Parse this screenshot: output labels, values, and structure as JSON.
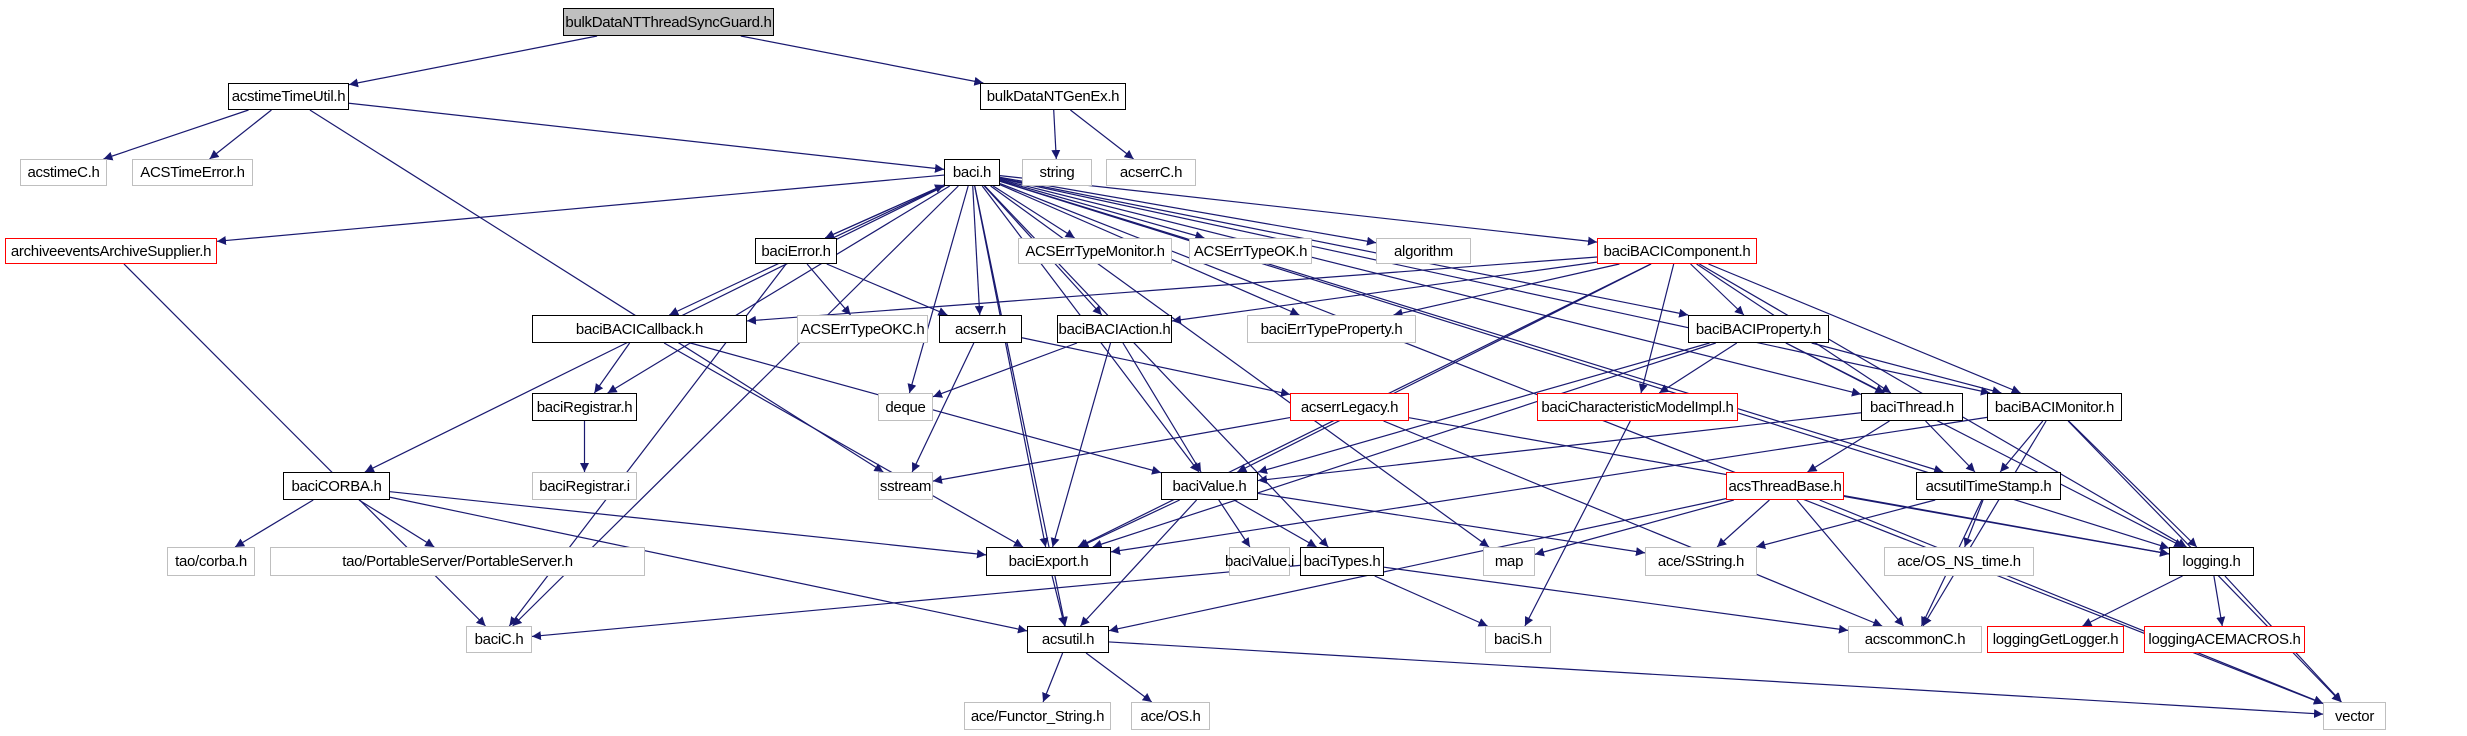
{
  "title": "bulkDataNTThreadSyncGuard.h include dependency graph",
  "colors": {
    "edge": "#191970",
    "local_border": "#000000",
    "system_border": "#bfbfbf",
    "incomplete_border": "#ff0000",
    "root_fill": "#bfbfbf"
  },
  "nodes": [
    {
      "id": "root",
      "label": "bulkDataNTThreadSyncGuard.h",
      "kind": "root"
    },
    {
      "id": "acstimeTimeUtil",
      "label": "acstimeTimeUtil.h",
      "kind": "local"
    },
    {
      "id": "bulkDataNTGenEx",
      "label": "bulkDataNTGenEx.h",
      "kind": "local"
    },
    {
      "id": "acstimeC",
      "label": "acstimeC.h",
      "kind": "system"
    },
    {
      "id": "ACSTimeError",
      "label": "ACSTimeError.h",
      "kind": "system"
    },
    {
      "id": "string",
      "label": "string",
      "kind": "system"
    },
    {
      "id": "acserrC",
      "label": "acserrC.h",
      "kind": "system"
    },
    {
      "id": "baci",
      "label": "baci.h",
      "kind": "local"
    },
    {
      "id": "archiveevents",
      "label": "archiveeventsArchiveSupplier.h",
      "kind": "incomplete"
    },
    {
      "id": "baciError",
      "label": "baciError.h",
      "kind": "local"
    },
    {
      "id": "ACSErrTypeMonitor",
      "label": "ACSErrTypeMonitor.h",
      "kind": "system"
    },
    {
      "id": "ACSErrTypeOK",
      "label": "ACSErrTypeOK.h",
      "kind": "system"
    },
    {
      "id": "algorithm",
      "label": "algorithm",
      "kind": "system"
    },
    {
      "id": "baciBACIComponent",
      "label": "baciBACIComponent.h",
      "kind": "incomplete"
    },
    {
      "id": "baciBACICallback",
      "label": "baciBACICallback.h",
      "kind": "local"
    },
    {
      "id": "ACSErrTypeOKC",
      "label": "ACSErrTypeOKC.h",
      "kind": "system"
    },
    {
      "id": "acserr",
      "label": "acserr.h",
      "kind": "local"
    },
    {
      "id": "baciBACIAction",
      "label": "baciBACIAction.h",
      "kind": "local"
    },
    {
      "id": "baciErrTypeProperty",
      "label": "baciErrTypeProperty.h",
      "kind": "system"
    },
    {
      "id": "baciBACIProperty",
      "label": "baciBACIProperty.h",
      "kind": "local"
    },
    {
      "id": "baciRegistrar",
      "label": "baciRegistrar.h",
      "kind": "local"
    },
    {
      "id": "deque",
      "label": "deque",
      "kind": "system"
    },
    {
      "id": "acserrLegacy",
      "label": "acserrLegacy.h",
      "kind": "incomplete"
    },
    {
      "id": "baciCharacteristicModelImpl",
      "label": "baciCharacteristicModelImpl.h",
      "kind": "incomplete"
    },
    {
      "id": "baciThread",
      "label": "baciThread.h",
      "kind": "local"
    },
    {
      "id": "baciBACIMonitor",
      "label": "baciBACIMonitor.h",
      "kind": "local"
    },
    {
      "id": "baciRegistrarI",
      "label": "baciRegistrar.i",
      "kind": "system"
    },
    {
      "id": "sstream",
      "label": "sstream",
      "kind": "system"
    },
    {
      "id": "baciValue",
      "label": "baciValue.h",
      "kind": "local"
    },
    {
      "id": "acsThreadBase",
      "label": "acsThreadBase.h",
      "kind": "incomplete"
    },
    {
      "id": "acsutilTimeStamp",
      "label": "acsutilTimeStamp.h",
      "kind": "local"
    },
    {
      "id": "baciCORBA",
      "label": "baciCORBA.h",
      "kind": "local"
    },
    {
      "id": "taoCorba",
      "label": "tao/corba.h",
      "kind": "system"
    },
    {
      "id": "taoPortableServer",
      "label": "tao/PortableServer/PortableServer.h",
      "kind": "system"
    },
    {
      "id": "baciExport",
      "label": "baciExport.h",
      "kind": "local"
    },
    {
      "id": "baciValueI",
      "label": "baciValue.i",
      "kind": "system"
    },
    {
      "id": "baciTypes",
      "label": "baciTypes.h",
      "kind": "local"
    },
    {
      "id": "map",
      "label": "map",
      "kind": "system"
    },
    {
      "id": "aceSString",
      "label": "ace/SString.h",
      "kind": "system"
    },
    {
      "id": "aceOSNStime",
      "label": "ace/OS_NS_time.h",
      "kind": "system"
    },
    {
      "id": "logging",
      "label": "logging.h",
      "kind": "local"
    },
    {
      "id": "baciC",
      "label": "baciC.h",
      "kind": "system"
    },
    {
      "id": "acsutil",
      "label": "acsutil.h",
      "kind": "local"
    },
    {
      "id": "baciS",
      "label": "baciS.h",
      "kind": "system"
    },
    {
      "id": "acscommonC",
      "label": "acscommonC.h",
      "kind": "system"
    },
    {
      "id": "loggingGetLogger",
      "label": "loggingGetLogger.h",
      "kind": "incomplete"
    },
    {
      "id": "loggingACEMACROS",
      "label": "loggingACEMACROS.h",
      "kind": "incomplete"
    },
    {
      "id": "aceFunctorString",
      "label": "ace/Functor_String.h",
      "kind": "system"
    },
    {
      "id": "aceOS",
      "label": "ace/OS.h",
      "kind": "system"
    },
    {
      "id": "vector",
      "label": "vector",
      "kind": "system"
    }
  ],
  "edges": [
    [
      "root",
      "acstimeTimeUtil"
    ],
    [
      "root",
      "bulkDataNTGenEx"
    ],
    [
      "acstimeTimeUtil",
      "acstimeC"
    ],
    [
      "acstimeTimeUtil",
      "ACSTimeError"
    ],
    [
      "acstimeTimeUtil",
      "baci"
    ],
    [
      "acstimeTimeUtil",
      "sstream"
    ],
    [
      "bulkDataNTGenEx",
      "string"
    ],
    [
      "bulkDataNTGenEx",
      "acserrC"
    ],
    [
      "baci",
      "archiveevents"
    ],
    [
      "baci",
      "baciError"
    ],
    [
      "baci",
      "ACSErrTypeMonitor"
    ],
    [
      "baci",
      "ACSErrTypeOK"
    ],
    [
      "baci",
      "algorithm"
    ],
    [
      "baci",
      "baciBACIComponent"
    ],
    [
      "baci",
      "baciBACICallback"
    ],
    [
      "baci",
      "acserr"
    ],
    [
      "baci",
      "baciBACIAction"
    ],
    [
      "baci",
      "baciErrTypeProperty"
    ],
    [
      "baci",
      "baciBACIProperty"
    ],
    [
      "baci",
      "baciRegistrar"
    ],
    [
      "baci",
      "deque"
    ],
    [
      "baci",
      "baciThread"
    ],
    [
      "baci",
      "baciBACIMonitor"
    ],
    [
      "baci",
      "baciValue"
    ],
    [
      "baci",
      "acsutilTimeStamp"
    ],
    [
      "baci",
      "baciCORBA"
    ],
    [
      "baci",
      "baciExport"
    ],
    [
      "baci",
      "map"
    ],
    [
      "baci",
      "logging"
    ],
    [
      "baci",
      "baciC"
    ],
    [
      "baci",
      "acsutil"
    ],
    [
      "baci",
      "vector"
    ],
    [
      "baci",
      "baciTypes"
    ],
    [
      "archiveevents",
      "baciC"
    ],
    [
      "baciError",
      "baci"
    ],
    [
      "baciError",
      "ACSErrTypeOKC"
    ],
    [
      "baciError",
      "acserr"
    ],
    [
      "baciError",
      "baciC"
    ],
    [
      "baciBACIComponent",
      "baciBACICallback"
    ],
    [
      "baciBACIComponent",
      "baciBACIAction"
    ],
    [
      "baciBACIComponent",
      "baciErrTypeProperty"
    ],
    [
      "baciBACIComponent",
      "baciBACIProperty"
    ],
    [
      "baciBACIComponent",
      "baciCharacteristicModelImpl"
    ],
    [
      "baciBACIComponent",
      "baciThread"
    ],
    [
      "baciBACIComponent",
      "baciBACIMonitor"
    ],
    [
      "baciBACIComponent",
      "baciValue"
    ],
    [
      "baciBACIComponent",
      "baciExport"
    ],
    [
      "baciBACIComponent",
      "logging"
    ],
    [
      "baciBACICallback",
      "baciRegistrar"
    ],
    [
      "baciBACICallback",
      "baciValue"
    ],
    [
      "baciBACICallback",
      "baciExport"
    ],
    [
      "acserr",
      "sstream"
    ],
    [
      "acserr",
      "acserrLegacy"
    ],
    [
      "baciBACIAction",
      "deque"
    ],
    [
      "baciBACIAction",
      "baciValue"
    ],
    [
      "baciBACIAction",
      "baciExport"
    ],
    [
      "baciBACIProperty",
      "baciCharacteristicModelImpl"
    ],
    [
      "baciBACIProperty",
      "baciThread"
    ],
    [
      "baciBACIProperty",
      "baciBACIMonitor"
    ],
    [
      "baciBACIProperty",
      "baciValue"
    ],
    [
      "baciBACIProperty",
      "baciExport"
    ],
    [
      "baciBACIProperty",
      "logging"
    ],
    [
      "baciRegistrar",
      "baciRegistrarI"
    ],
    [
      "acserrLegacy",
      "sstream"
    ],
    [
      "acserrLegacy",
      "acscommonC"
    ],
    [
      "acserrLegacy",
      "logging"
    ],
    [
      "baciCharacteristicModelImpl",
      "baciS"
    ],
    [
      "baciThread",
      "acsThreadBase"
    ],
    [
      "baciThread",
      "acsutilTimeStamp"
    ],
    [
      "baciThread",
      "baciValue"
    ],
    [
      "baciBACIMonitor",
      "acsutilTimeStamp"
    ],
    [
      "baciBACIMonitor",
      "logging"
    ],
    [
      "baciBACIMonitor",
      "acscommonC"
    ],
    [
      "baciBACIMonitor",
      "vector"
    ],
    [
      "baciBACIMonitor",
      "baciExport"
    ],
    [
      "baciValue",
      "baciExport"
    ],
    [
      "baciValue",
      "baciValueI"
    ],
    [
      "baciValue",
      "baciTypes"
    ],
    [
      "baciValue",
      "acsutil"
    ],
    [
      "baciValue",
      "aceSString"
    ],
    [
      "acsThreadBase",
      "map"
    ],
    [
      "acsThreadBase",
      "aceSString"
    ],
    [
      "acsThreadBase",
      "acscommonC"
    ],
    [
      "acsThreadBase",
      "logging"
    ],
    [
      "acsThreadBase",
      "acsutil"
    ],
    [
      "acsThreadBase",
      "vector"
    ],
    [
      "acsutilTimeStamp",
      "aceSString"
    ],
    [
      "acsutilTimeStamp",
      "aceOSNStime"
    ],
    [
      "acsutilTimeStamp",
      "acscommonC"
    ],
    [
      "baciCORBA",
      "taoCorba"
    ],
    [
      "baciCORBA",
      "taoPortableServer"
    ],
    [
      "baciCORBA",
      "baciExport"
    ],
    [
      "baciCORBA",
      "acsutil"
    ],
    [
      "baciExport",
      "acsutil"
    ],
    [
      "baciTypes",
      "baciC"
    ],
    [
      "baciTypes",
      "baciS"
    ],
    [
      "baciTypes",
      "acscommonC"
    ],
    [
      "logging",
      "loggingGetLogger"
    ],
    [
      "logging",
      "loggingACEMACROS"
    ],
    [
      "logging",
      "vector"
    ],
    [
      "acsutil",
      "aceFunctorString"
    ],
    [
      "acsutil",
      "aceOS"
    ],
    [
      "acsutil",
      "vector"
    ]
  ]
}
